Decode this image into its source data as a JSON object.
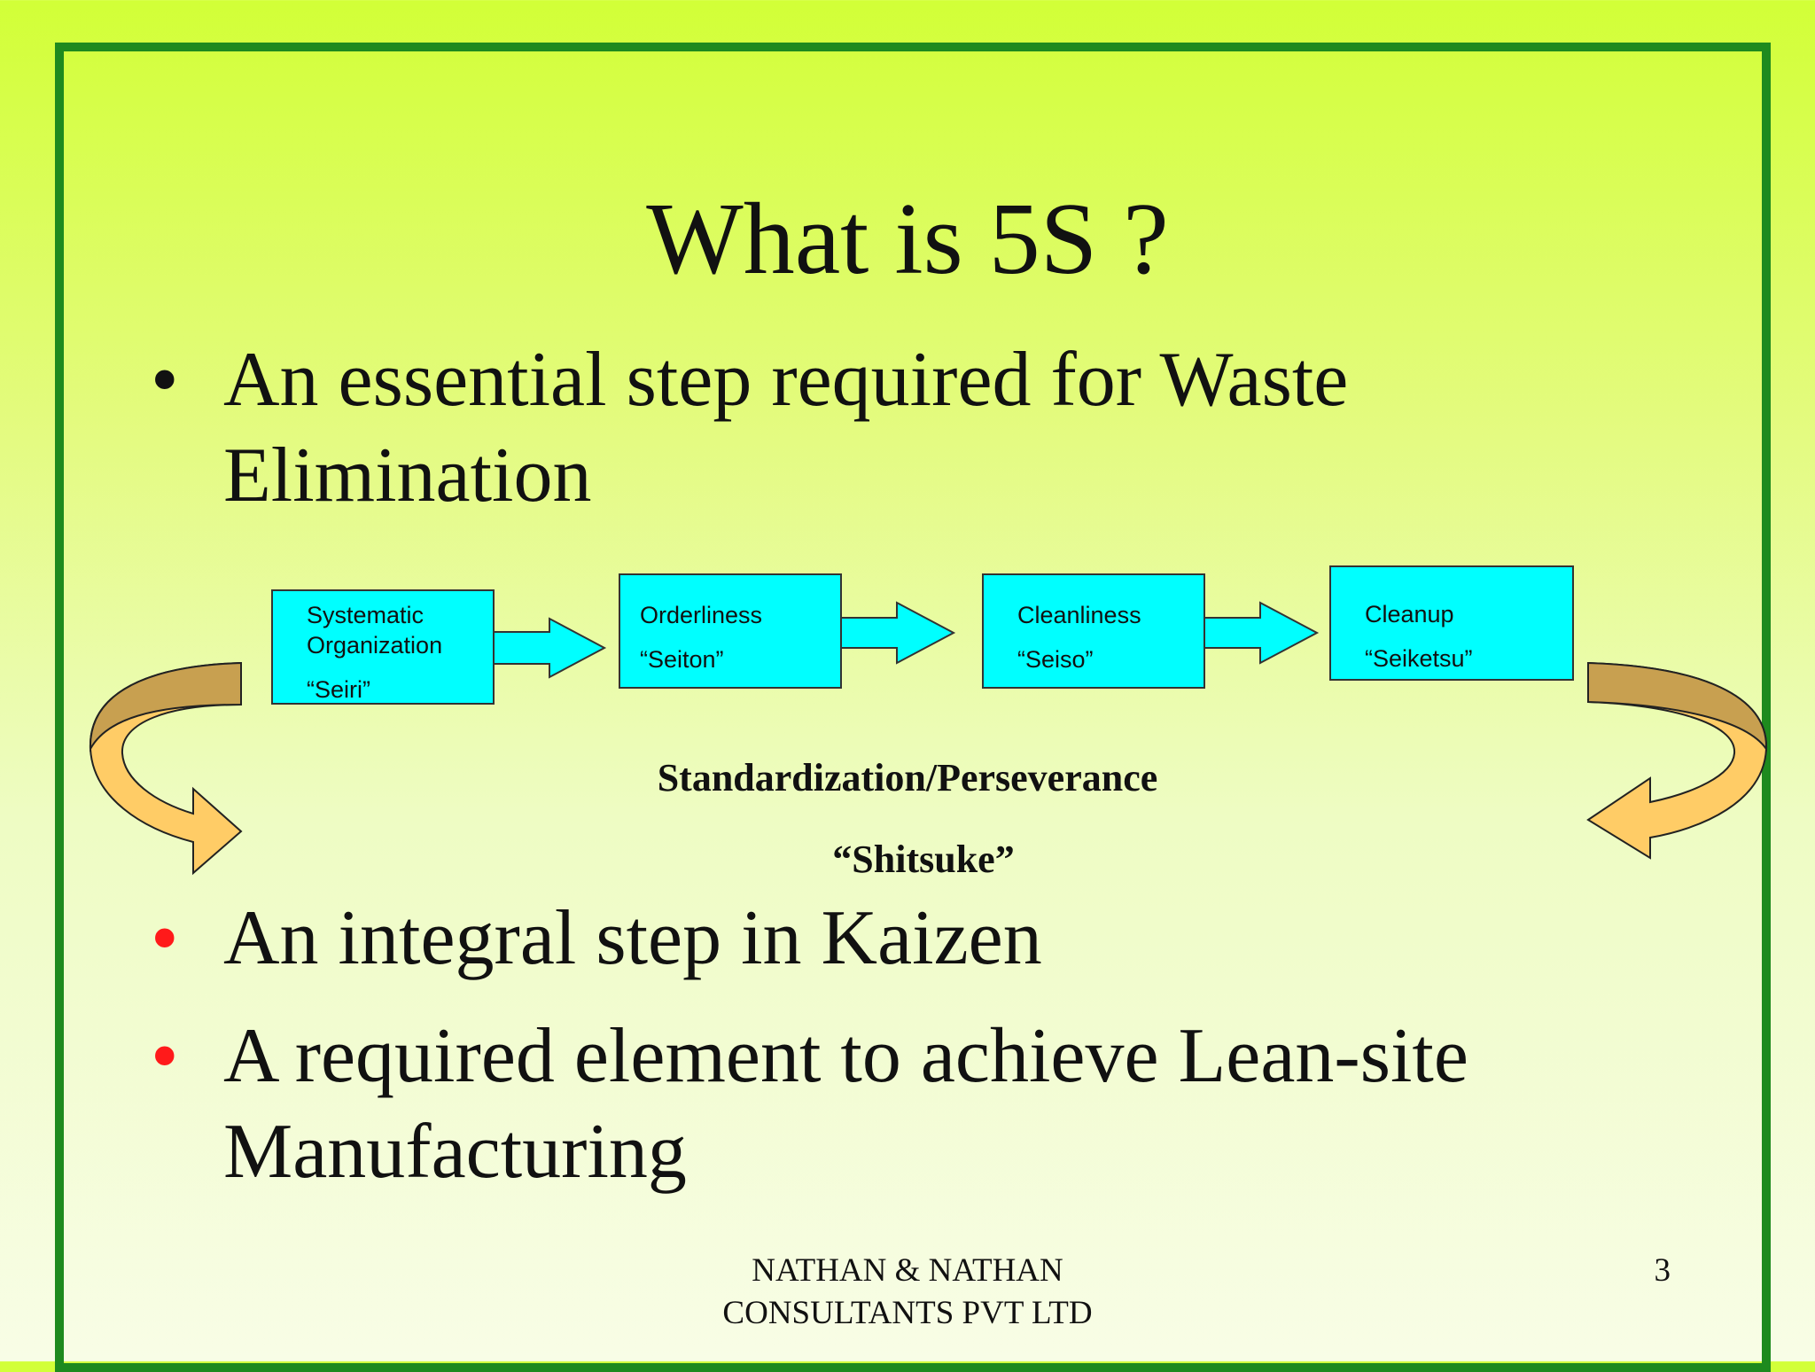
{
  "slide": {
    "title": "What is 5S ?",
    "bullets": [
      {
        "line1": "An essential step required for Waste",
        "line2": "Elimination",
        "color": "#111111"
      },
      {
        "line1": "An integral step in Kaizen",
        "color": "#ff1a1a"
      },
      {
        "line1": "A required element to achieve Lean-site",
        "line2": "Manufacturing",
        "color": "#ff1a1a"
      }
    ],
    "bullet_glyph": "•",
    "steps": [
      {
        "name": "Systematic",
        "name2": "Organization",
        "term": "“Seiri”"
      },
      {
        "name": "Orderliness",
        "term": "“Seiton”"
      },
      {
        "name": "Cleanliness",
        "term": "“Seiso”"
      },
      {
        "name": "Cleanup",
        "term": "“Seiketsu”"
      }
    ],
    "center": {
      "label": "Standardization/Perseverance",
      "term": "“Shitsuke”"
    },
    "footer": {
      "line1": "NATHAN & NATHAN",
      "line2": "CONSULTANTS PVT LTD"
    },
    "page_number": "3",
    "colors": {
      "frame": "#1e8a1e",
      "box_fill": "#00ffff",
      "curved_arrow_fill": "#ffcc66",
      "curved_arrow_shade": "#c8a050"
    }
  }
}
